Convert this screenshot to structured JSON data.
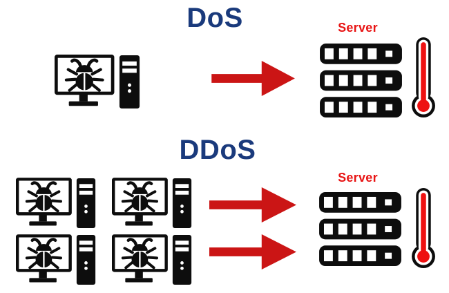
{
  "colors": {
    "background": "#ffffff",
    "title_blue": "#1a3a7c",
    "server_label_red": "#e81414",
    "arrow_red": "#cb1515",
    "thermometer_red": "#ee1111",
    "icon_black": "#0d0d0d"
  },
  "icons": {
    "attacker": "infected-computer-icon",
    "attack_flow": "red-arrow-icon",
    "target": "server-rack-icon",
    "overload": "thermometer-icon"
  },
  "sections": [
    {
      "id": "dos",
      "title": "DoS",
      "server_label": "Server",
      "attacker_count": 1,
      "arrow_count": 1
    },
    {
      "id": "ddos",
      "title": "DDoS",
      "server_label": "Server",
      "attacker_count": 4,
      "arrow_count": 2
    }
  ]
}
